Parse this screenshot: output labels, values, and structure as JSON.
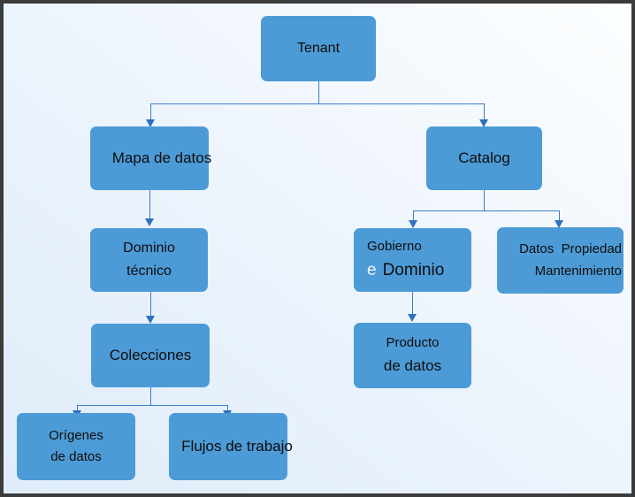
{
  "nodes": {
    "tenant": {
      "label": "Tenant"
    },
    "mapa_de_datos": {
      "label": "Mapa de datos"
    },
    "catalog": {
      "label": "Catalog"
    },
    "dominio_tecnico": {
      "line1": "Dominio",
      "line2": "técnico"
    },
    "gobierno_dominio": {
      "line1": "Gobierno",
      "line2_accent": "e",
      "line2_main": "Dominio"
    },
    "datos_propiedad": {
      "line1": "Datos  Propiedad",
      "line2": "Mantenimiento"
    },
    "colecciones": {
      "label": "Colecciones"
    },
    "producto_datos": {
      "line1": "Producto",
      "line2": "de datos"
    },
    "origenes_datos": {
      "line1": "Orígenes",
      "line2": "de datos"
    },
    "flujos_trabajo": {
      "label": "Flujos de trabajo"
    }
  },
  "edges": [
    {
      "from": "Tenant",
      "to": "Mapa de datos"
    },
    {
      "from": "Tenant",
      "to": "Catalog"
    },
    {
      "from": "Mapa de datos",
      "to": "Dominio técnico"
    },
    {
      "from": "Dominio técnico",
      "to": "Colecciones"
    },
    {
      "from": "Colecciones",
      "to": "Orígenes de datos"
    },
    {
      "from": "Colecciones",
      "to": "Flujos de trabajo"
    },
    {
      "from": "Catalog",
      "to": "Gobierno e Dominio"
    },
    {
      "from": "Catalog",
      "to": "Datos Propiedad Mantenimiento"
    },
    {
      "from": "Gobierno e Dominio",
      "to": "Producto de datos"
    }
  ],
  "colors": {
    "node_fill": "#4d9bd6",
    "connector_line": "#3c7dc5",
    "arrowhead": "#2e72bd",
    "node_text": "#0d0d0d",
    "accent_letter": "#f2f2f2",
    "background_gradient_start": "#dfecfa",
    "background_gradient_end": "#fcfeff",
    "frame_border": "#3c3c3c"
  }
}
